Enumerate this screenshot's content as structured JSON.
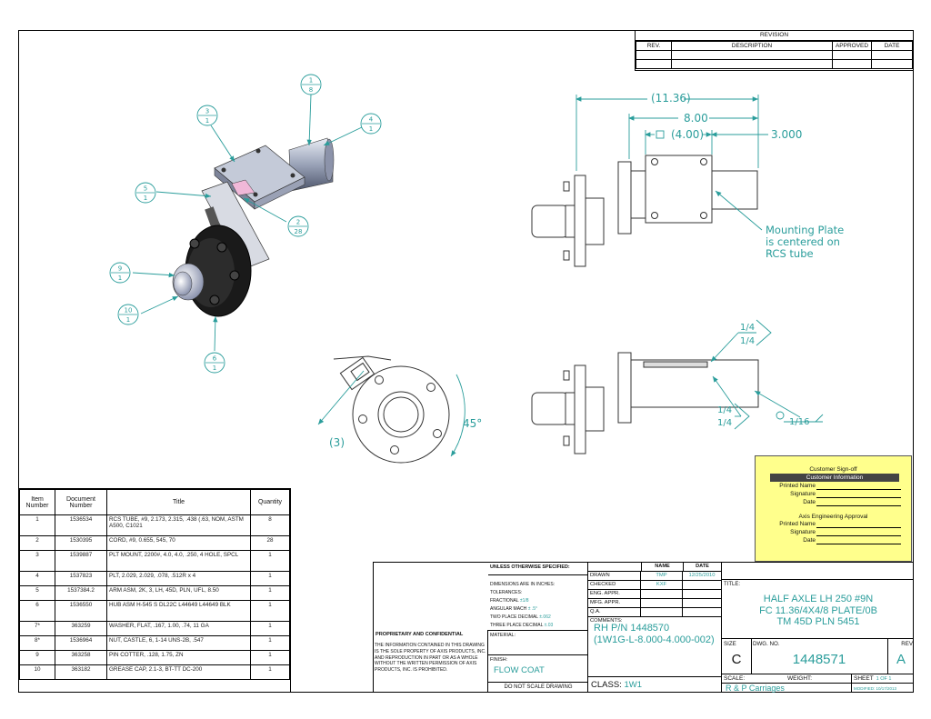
{
  "revision": {
    "title": "REVISION",
    "columns": [
      "REV.",
      "DESCRIPTION",
      "APPROVED",
      "DATE"
    ]
  },
  "balloons": [
    {
      "num": "1",
      "qty": "8"
    },
    {
      "num": "3",
      "qty": "1"
    },
    {
      "num": "4",
      "qty": "1"
    },
    {
      "num": "5",
      "qty": "1"
    },
    {
      "num": "2",
      "qty": "28"
    },
    {
      "num": "9",
      "qty": "1"
    },
    {
      "num": "10",
      "qty": "1"
    },
    {
      "num": "6",
      "qty": "1"
    }
  ],
  "dimensions": {
    "overall": "(11.36)",
    "mid": "8.00",
    "square": "(4.00)",
    "tube": "3.000",
    "note": [
      "Mounting Plate",
      "is centered on",
      "RCS tube"
    ],
    "weld1_a": "1/4",
    "weld1_b": "1/4",
    "weld2_a": "1/4",
    "weld2_b": "1/4",
    "weld3": "1/16",
    "angle": "45°",
    "paren3": "(3)"
  },
  "bom": {
    "headers": [
      "Item Number",
      "Document Number",
      "Title",
      "Quantity"
    ],
    "rows": [
      [
        "1",
        "1536534",
        "RCS TUBE, #9, 2.173, 2.315, .438 (.63, NOM, ASTM A500, C1021",
        "8"
      ],
      [
        "2",
        "1530395",
        "CORD, #9, 0.655, 545, 70",
        "28"
      ],
      [
        "3",
        "1539887",
        "PLT MOUNT, 2200#, 4.0, 4.0, .250, 4 HOLE, SPCL",
        "1"
      ],
      [
        "4",
        "1537823",
        "PLT, 2.029, 2.029, .078, .512R x 4",
        "1"
      ],
      [
        "5",
        "1537384.2",
        "ARM ASM, 2K, 3, LH, 45D, PLN, UFL, 8.50",
        "1"
      ],
      [
        "6",
        "1536550",
        "HUB ASM H-545 S DL22C L44649 L44649 BLK",
        "1"
      ],
      [
        "7*",
        "363259",
        "WASHER, FLAT, .167, 1.00, .74, 11 GA",
        "1"
      ],
      [
        "8*",
        "1536964",
        "NUT, CASTLE, 6, 1-14 UNS-2B, .547",
        "1"
      ],
      [
        "9",
        "363258",
        "PIN COTTER, .128, 1.75, ZN",
        "1"
      ],
      [
        "10",
        "363182",
        "GREASE CAP, 2.1-3, BT-TT DC-200",
        "1"
      ]
    ]
  },
  "signoff": {
    "title": "Customer Sign-off",
    "bar": "Customer Information",
    "fields": [
      "Printed Name",
      "Signature",
      "Date"
    ],
    "title2": "Axis Engineering Approval",
    "fields2": [
      "Printed Name",
      "Signature",
      "Date"
    ]
  },
  "titleblock": {
    "unless": "UNLESS OTHERWISE SPECIFIED:",
    "name_h": "NAME",
    "date_h": "DATE",
    "spec_lines": [
      "DIMENSIONS ARE IN INCHES:",
      "TOLERANCES:",
      "FRACTIONAL",
      "ANGULAR MACH",
      "TWO PLACE DECIMAL",
      "THREE PLACE DECIMAL"
    ],
    "tol_values": [
      "±1/8",
      "± .5°",
      "±.062",
      "±.03"
    ],
    "roles": [
      "DRAWN",
      "CHECKED",
      "ENG. APPR.",
      "MFG. APPR.",
      "Q.A.",
      "COMMENTS:"
    ],
    "drawn_name": "TMP",
    "drawn_date": "12/25/2010",
    "checked_name": "KXF",
    "material": "MATERIAL:",
    "finish_label": "FINISH:",
    "finish": "FLOW COAT",
    "do_not_scale": "DO NOT SCALE DRAWING",
    "proprietary_title": "PROPRIETARY AND CONFIDENTIAL",
    "proprietary_text": "THE INFORMATION CONTAINED IN THIS DRAWING IS THE SOLE PROPERTY OF AXIS PRODUCTS, INC. AND REPRODUCTION IN PART OR AS A WHOLE WITHOUT THE WRITTEN PERMISSION OF AXIS PRODUCTS, INC. IS PROHIBITED.",
    "comments_1": "RH P/N 1448570",
    "comments_2": "(1W1G-L-8.000-4.000-002)",
    "class_label": "CLASS:",
    "class": "1W1",
    "title_label": "TITLE:",
    "title_1": "HALF AXLE LH 250 #9N",
    "title_2": "FC 11.36/4X4/8 PLATE/0B",
    "title_3": "TM 45D PLN 5451",
    "size_label": "SIZE",
    "size": "C",
    "dwg_label": "DWG. NO.",
    "dwg": "1448571",
    "rev_label": "REV",
    "rev": "A",
    "scale_label": "SCALE:",
    "weight_label": "WEIGHT:",
    "sheet_label": "SHEET",
    "sheet": "1 OF 1",
    "customer": "R & P Carriages",
    "modified": "MODIFIED: 10/17/2013"
  }
}
